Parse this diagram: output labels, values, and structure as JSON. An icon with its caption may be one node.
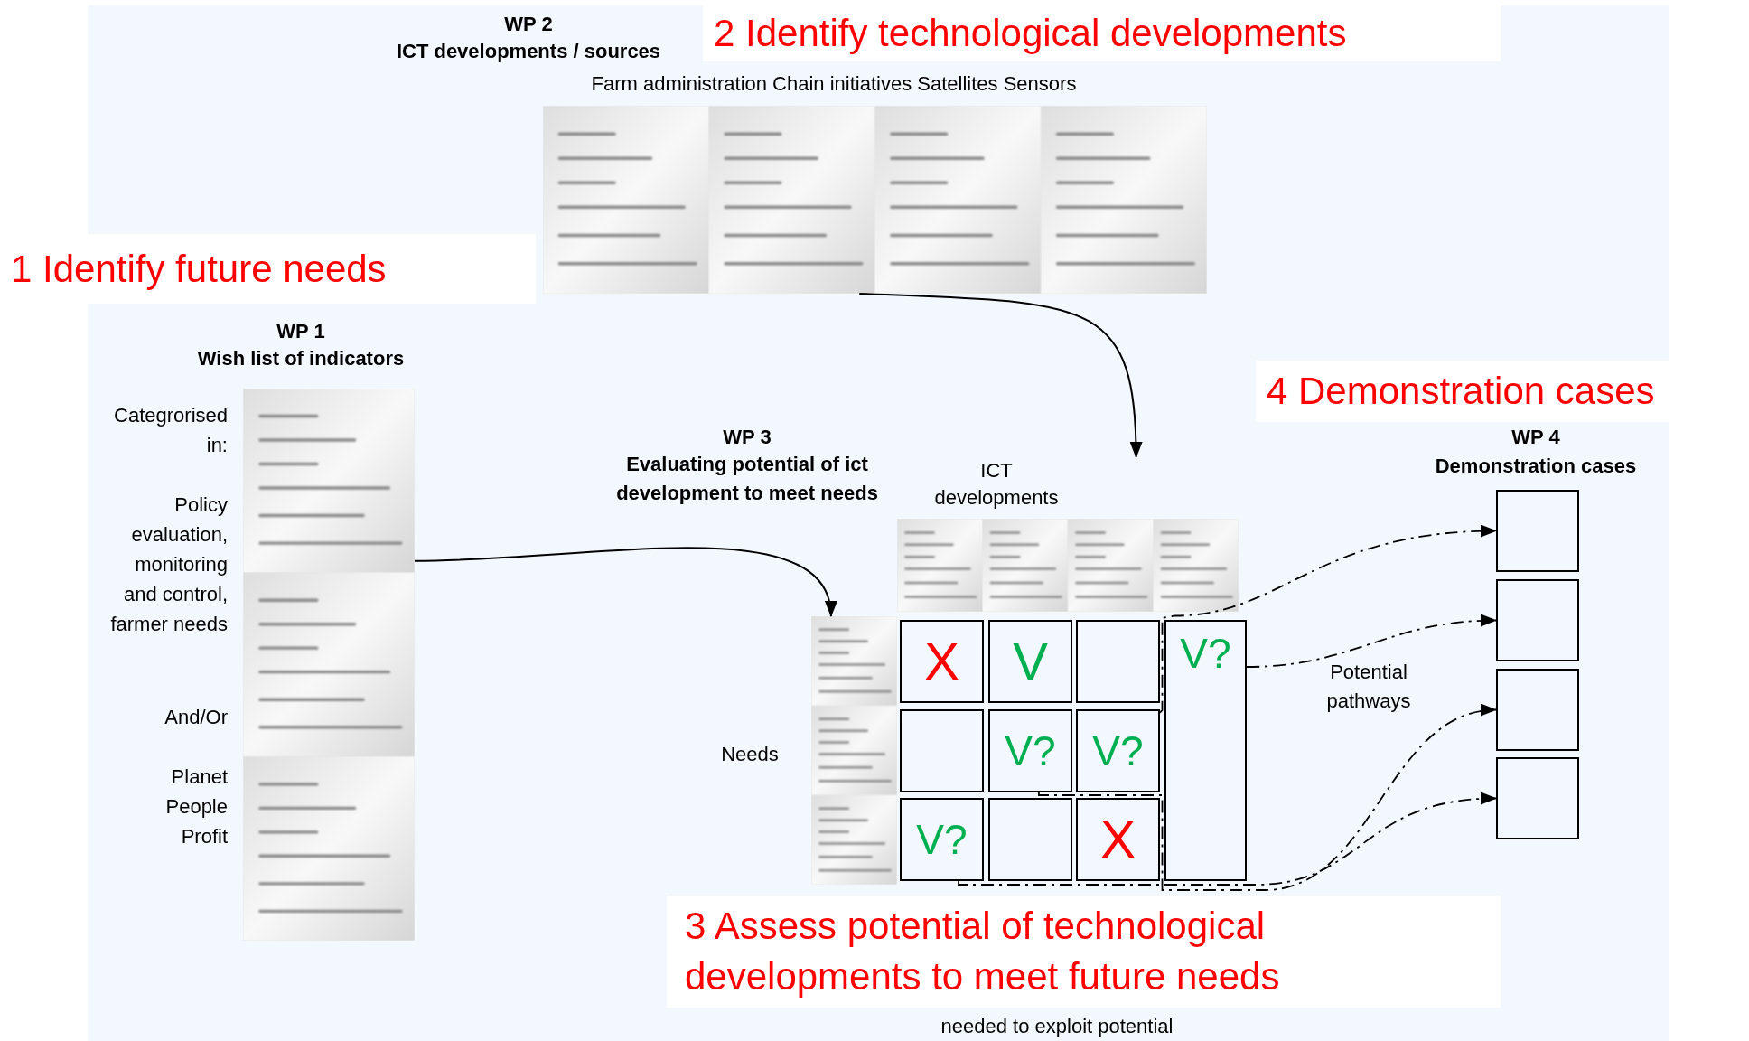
{
  "diagram": {
    "nodes": [
      {
        "text": [
          "2 Identify technological developments"
        ]
      },
      {
        "text": [
          "1 Identify future needs"
        ]
      },
      {
        "text": [
          "WP 2",
          "ICT developments / sources",
          "Farm administration Chain initiatives Satellites Sensors"
        ]
      },
      {
        "text": [
          "WP 1",
          "Wish list of indicators"
        ],
        "beside": [
          "Categrorised in:",
          "Policy evaluation, monitoring and control, farmer needs",
          "And/Or",
          "Planet People Profit"
        ]
      },
      {
        "text": [
          "4 Demonstration cases"
        ]
      },
      {
        "text": [
          "ICT developments"
        ]
      },
      {
        "text": [],
        "shape": "picture",
        "beside": [
          "Needs"
        ]
      },
      {
        "text": [
          "X"
        ]
      },
      {
        "text": [
          "V"
        ]
      },
      {
        "text": [],
        "shape": "box"
      },
      {
        "text": [
          "V?"
        ]
      },
      {
        "text": [],
        "shape": "box"
      },
      {
        "text": [
          "V?"
        ]
      },
      {
        "text": [
          "V?"
        ]
      },
      {
        "text": [
          "V?"
        ]
      },
      {
        "text": [],
        "shape": "box"
      },
      {
        "text": [
          "X"
        ]
      },
      {
        "text": [],
        "shape": "box"
      },
      {
        "text": [],
        "shape": "box"
      },
      {
        "text": [],
        "shape": "box"
      },
      {
        "text": [],
        "shape": "box"
      },
      {
        "text": [
          "3 Assess potential of technological developments to meet future needs"
        ]
      }
    ],
    "edges": [
      {
        "from": 3,
        "to": 6,
        "arrow": "to"
      },
      {
        "from": 2,
        "to": 5,
        "arrow": "to"
      },
      {
        "from": 13,
        "to": 17,
        "arrow": "to",
        "style": "dashed"
      },
      {
        "from": 10,
        "to": 18,
        "arrow": "to",
        "style": "dashed"
      },
      {
        "from": 12,
        "to": 19,
        "arrow": "to",
        "style": "dashed"
      },
      {
        "from": 14,
        "to": 20,
        "arrow": "to",
        "style": "dashed"
      }
    ],
    "labels": [
      "WP 3",
      "Evaluating potential of ict development to meet needs",
      "WP 4",
      "Demonstration cases",
      "Potential pathways",
      "needed to exploit potential"
    ]
  }
}
